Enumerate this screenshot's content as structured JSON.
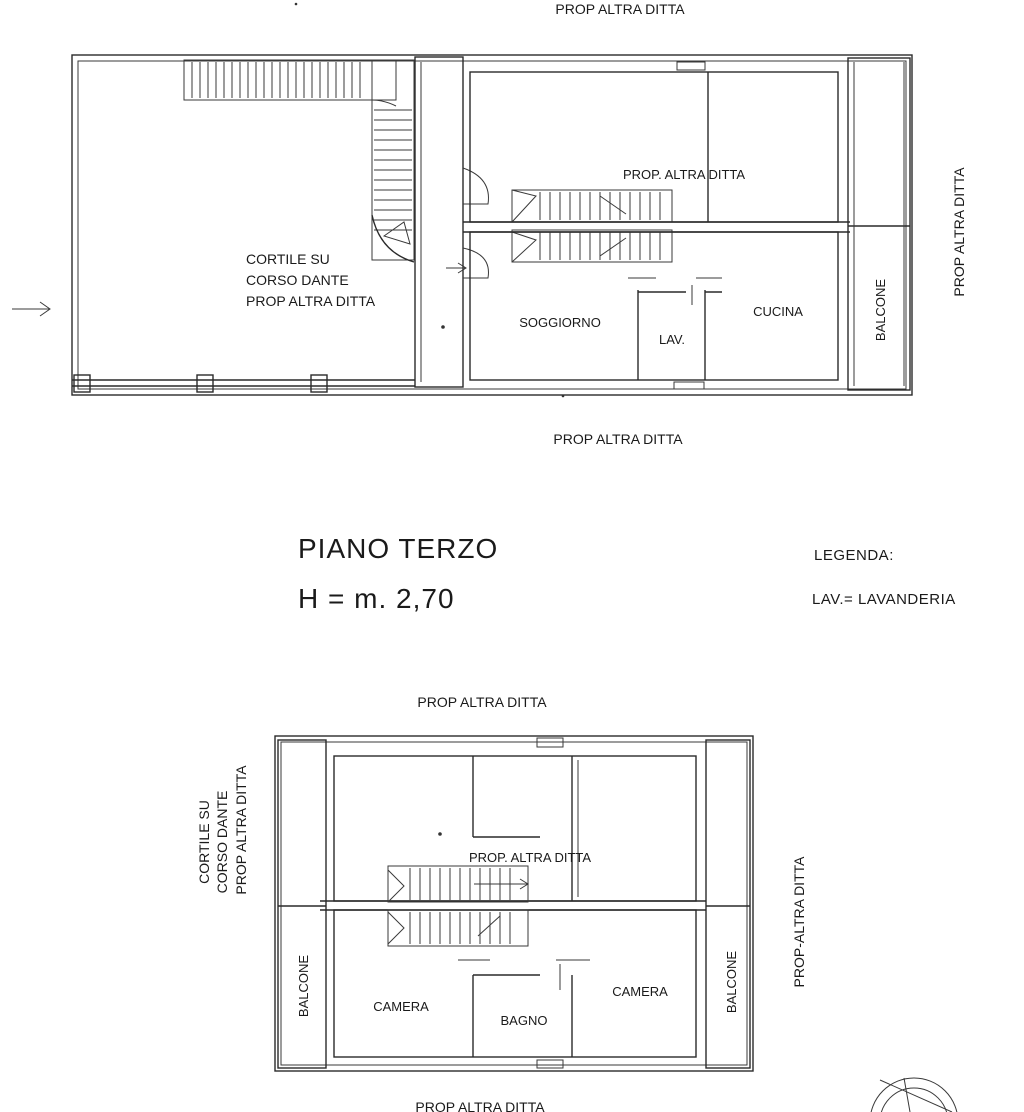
{
  "top_plan": {
    "label_top": "PROP ALTRA DITTA",
    "label_bottom": "PROP ALTRA DITTA",
    "label_right": "PROP ALTRA DITTA",
    "courtyard": [
      "CORTILE SU",
      "CORSO DANTE",
      "PROP ALTRA DITTA"
    ],
    "center": "PROP. ALTRA DITTA",
    "soggiorno": "SOGGIORNO",
    "lav": "LAV.",
    "cucina": "CUCINA",
    "balcone": "BALCONE"
  },
  "heading": {
    "title": "PIANO TERZO",
    "height": "H = m. 2,70"
  },
  "legend": {
    "title": "LEGENDA:",
    "entry": "LAV.= LAVANDERIA"
  },
  "bottom_plan": {
    "label_top": "PROP ALTRA DITTA",
    "label_bottom": "PROP ALTRA DITTA",
    "label_right": "PROP-ALTRA DITTA",
    "courtyard": [
      "CORTILE SU",
      "CORSO DANTE",
      "PROP ALTRA DITTA"
    ],
    "center": "PROP. ALTRA DITTA",
    "balcone_left": "BALCONE",
    "camera_left": "CAMERA",
    "bagno": "BAGNO",
    "camera_right": "CAMERA",
    "balcone_right": "BALCONE"
  }
}
